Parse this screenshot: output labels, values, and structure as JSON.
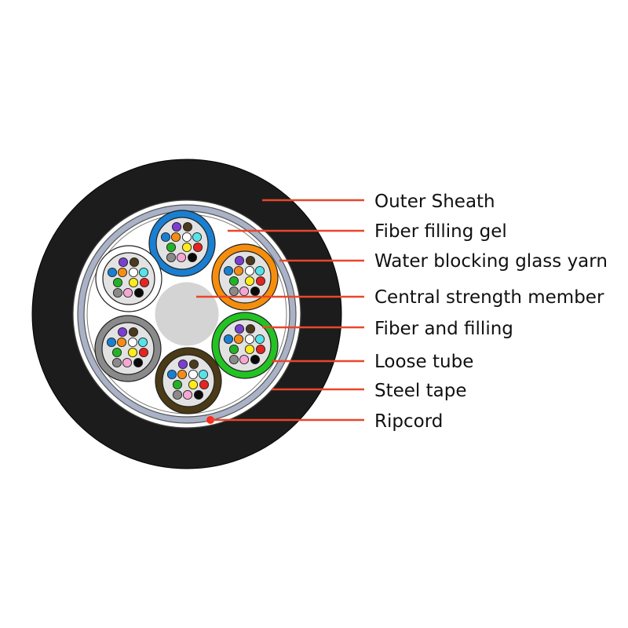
{
  "labels": {
    "outer_sheath": "Outer Sheath",
    "fiber_filling_gel": "Fiber filling gel",
    "water_blocking_glass_yarn": "Water blocking glass yarn",
    "central_strength_member": "Central strength member",
    "fiber_and_filling": "Fiber and filling",
    "loose_tube": "Loose tube",
    "steel_tape": "Steel tape",
    "ripcord": "Ripcord"
  },
  "colors": {
    "leader_line": "#e8472a",
    "ripcord_dot": "#ff2a1a",
    "outer_sheath": "#1c1c1c",
    "steel_tape": "#a9b2c6",
    "inner_fill": "#ffffff",
    "central_member": "#d4d4d4",
    "fiber_gel": "#e2e2e2",
    "tube_blue": "#1a7fd0",
    "tube_orange": "#f68e0d",
    "tube_green": "#22c322",
    "tube_brown": "#4a3a15",
    "tube_gray": "#8a8a8a",
    "tube_white": "#ffffff"
  },
  "fiber_colors": [
    "#7b3fd0",
    "#4a3a1e",
    "#1a7fd0",
    "#f58c16",
    "#21b326",
    "#e52420",
    "#ffffff",
    "#ffeb1a",
    "#8a8a8a",
    "#f5a6d2",
    "#55e3e8",
    "#0a0a0a"
  ],
  "tubes": [
    {
      "name": "blue",
      "icon": "loose-tube-blue-icon"
    },
    {
      "name": "orange",
      "icon": "loose-tube-orange-icon"
    },
    {
      "name": "green",
      "icon": "loose-tube-green-icon"
    },
    {
      "name": "brown",
      "icon": "loose-tube-brown-icon"
    },
    {
      "name": "gray",
      "icon": "loose-tube-gray-icon"
    },
    {
      "name": "white",
      "icon": "loose-tube-white-icon"
    }
  ]
}
